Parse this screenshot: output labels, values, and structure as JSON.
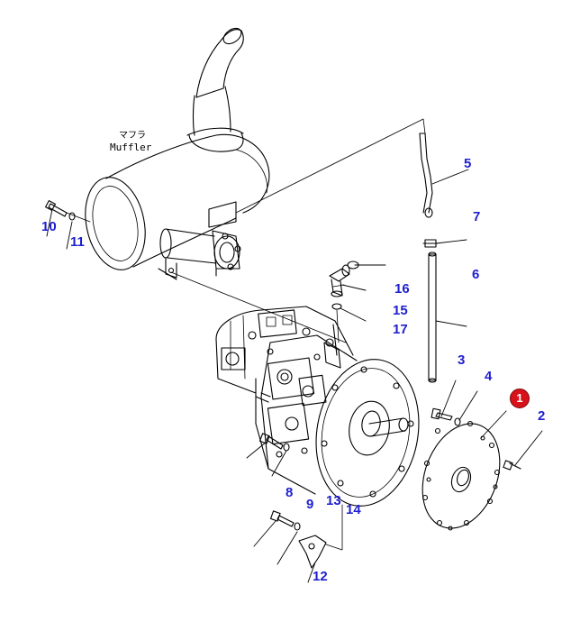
{
  "diagram": {
    "muffler_label_jp": "マフラ",
    "muffler_label_en": "Muffler",
    "callout": "1",
    "callout_color": "#d8121b",
    "label_color": "#1f1fd0",
    "part_numbers": {
      "p2": "2",
      "p3": "3",
      "p4": "4",
      "p5": "5",
      "p6": "6",
      "p7": "7",
      "p8": "8",
      "p9": "9",
      "p10": "10",
      "p11": "11",
      "p12": "12",
      "p13": "13",
      "p14": "14",
      "p15": "15",
      "p16": "16",
      "p17": "17"
    }
  }
}
